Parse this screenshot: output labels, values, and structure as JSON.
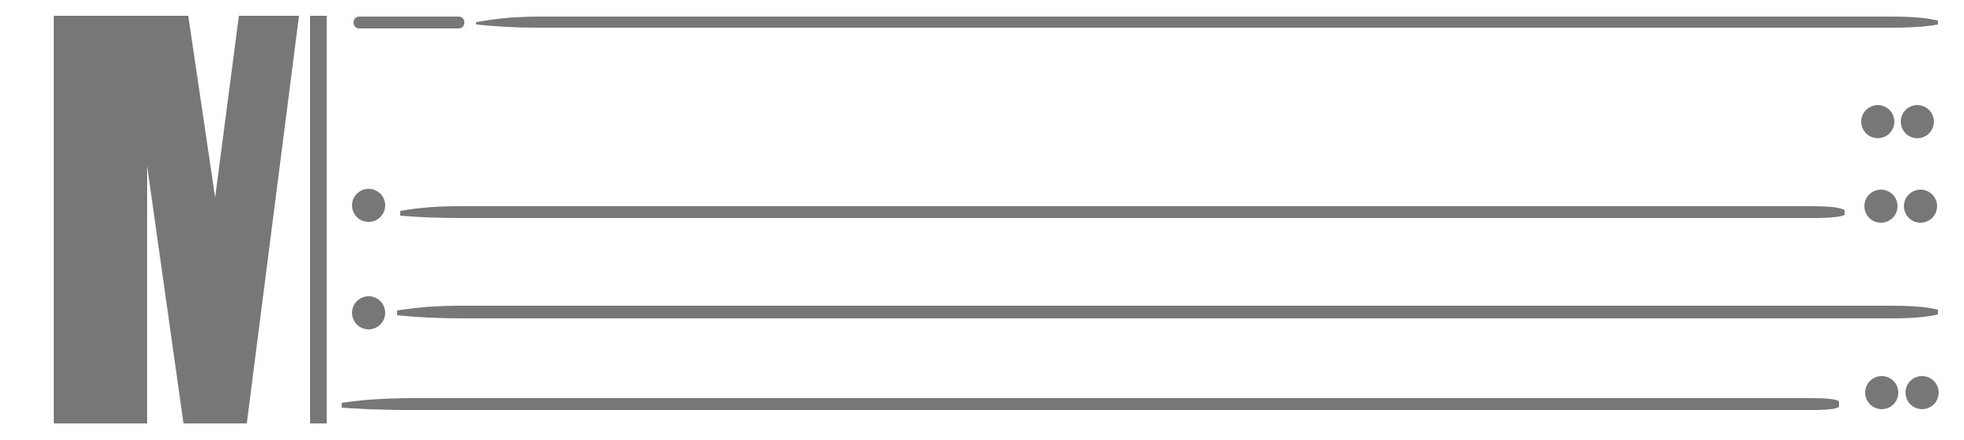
{
  "graphic": {
    "ink_color": "#777777",
    "background_color": "#ffffff",
    "logo_mark": "N-logo-mark",
    "row_count": 5,
    "rows": [
      {
        "left_marker": "short-dash",
        "right_markers": 0
      },
      {
        "left_marker": "none",
        "right_markers": 2,
        "line": false
      },
      {
        "left_marker": "dot",
        "right_markers": 2
      },
      {
        "left_marker": "dot",
        "right_markers": 0
      },
      {
        "left_marker": "none",
        "right_markers": 2
      }
    ]
  }
}
